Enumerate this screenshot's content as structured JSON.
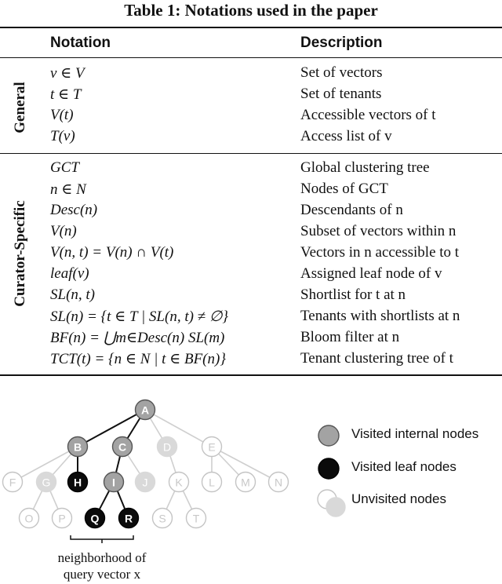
{
  "table": {
    "caption": "Table 1: Notations used in the paper",
    "headers": {
      "notation": "Notation",
      "description": "Description"
    },
    "groups": [
      {
        "label": "General",
        "rows": [
          {
            "notation": "v ∈ V",
            "description": "Set of vectors"
          },
          {
            "notation": "t ∈ T",
            "description": "Set of tenants"
          },
          {
            "notation": "V(t)",
            "description": "Accessible vectors of t"
          },
          {
            "notation": "T(v)",
            "description": "Access list of v"
          }
        ]
      },
      {
        "label": "Curator-Specific",
        "rows": [
          {
            "notation": "GCT",
            "description": "Global clustering tree"
          },
          {
            "notation": "n ∈ N",
            "description": "Nodes of GCT"
          },
          {
            "notation": "Desc(n)",
            "description": "Descendants of n"
          },
          {
            "notation": "V(n)",
            "description": "Subset of vectors within n"
          },
          {
            "notation": "V(n, t) = V(n) ∩ V(t)",
            "description": "Vectors in n accessible to t"
          },
          {
            "notation": "leaf(v)",
            "description": "Assigned leaf node of v"
          },
          {
            "notation": "SL(n, t)",
            "description": "Shortlist for t at n"
          },
          {
            "notation": "SL(n) = {t ∈ T | SL(n, t) ≠ ∅}",
            "description": "Tenants with shortlists at n"
          },
          {
            "notation": "BF(n) = ⋃m∈Desc(n) SL(m)",
            "description": "Bloom filter at n"
          },
          {
            "notation": "TCT(t) = {n ∈ N | t ∈ BF(n)}",
            "description": "Tenant clustering tree of t"
          }
        ]
      }
    ]
  },
  "figure": {
    "nodes": [
      {
        "id": "A",
        "state": "internal"
      },
      {
        "id": "B",
        "state": "internal"
      },
      {
        "id": "C",
        "state": "internal"
      },
      {
        "id": "D",
        "state": "unvisited"
      },
      {
        "id": "E",
        "state": "unvisited"
      },
      {
        "id": "F",
        "state": "unvisited"
      },
      {
        "id": "G",
        "state": "unvisited"
      },
      {
        "id": "H",
        "state": "leaf"
      },
      {
        "id": "I",
        "state": "internal"
      },
      {
        "id": "J",
        "state": "unvisited"
      },
      {
        "id": "K",
        "state": "unvisited"
      },
      {
        "id": "L",
        "state": "unvisited"
      },
      {
        "id": "M",
        "state": "unvisited"
      },
      {
        "id": "N",
        "state": "unvisited"
      },
      {
        "id": "O",
        "state": "unvisited"
      },
      {
        "id": "P",
        "state": "unvisited"
      },
      {
        "id": "Q",
        "state": "leaf"
      },
      {
        "id": "R",
        "state": "leaf"
      },
      {
        "id": "S",
        "state": "unvisited"
      },
      {
        "id": "T",
        "state": "unvisited"
      }
    ],
    "edges": [
      [
        "A",
        "B"
      ],
      [
        "A",
        "C"
      ],
      [
        "A",
        "D"
      ],
      [
        "A",
        "E"
      ],
      [
        "B",
        "F"
      ],
      [
        "B",
        "G"
      ],
      [
        "B",
        "H"
      ],
      [
        "C",
        "I"
      ],
      [
        "C",
        "J"
      ],
      [
        "D",
        "K"
      ],
      [
        "E",
        "L"
      ],
      [
        "E",
        "M"
      ],
      [
        "E",
        "N"
      ],
      [
        "G",
        "O"
      ],
      [
        "G",
        "P"
      ],
      [
        "I",
        "Q"
      ],
      [
        "I",
        "R"
      ],
      [
        "K",
        "S"
      ],
      [
        "K",
        "T"
      ]
    ],
    "legend": {
      "internal": "Visited internal nodes",
      "leaf": "Visited leaf nodes",
      "unvisited": "Unvisited nodes"
    },
    "caption_line1": "neighborhood of",
    "caption_line2": "query vector x",
    "colors": {
      "internal_fill": "#a3a3a3",
      "internal_stroke": "#ffffff",
      "leaf_fill": "#0b0b0b",
      "unvisited_fill": "#d9d9d9",
      "unvisited_stroke": "#c4c4c4",
      "visited_edge": "#111111",
      "unvisited_edge": "#cfcfcf"
    }
  }
}
